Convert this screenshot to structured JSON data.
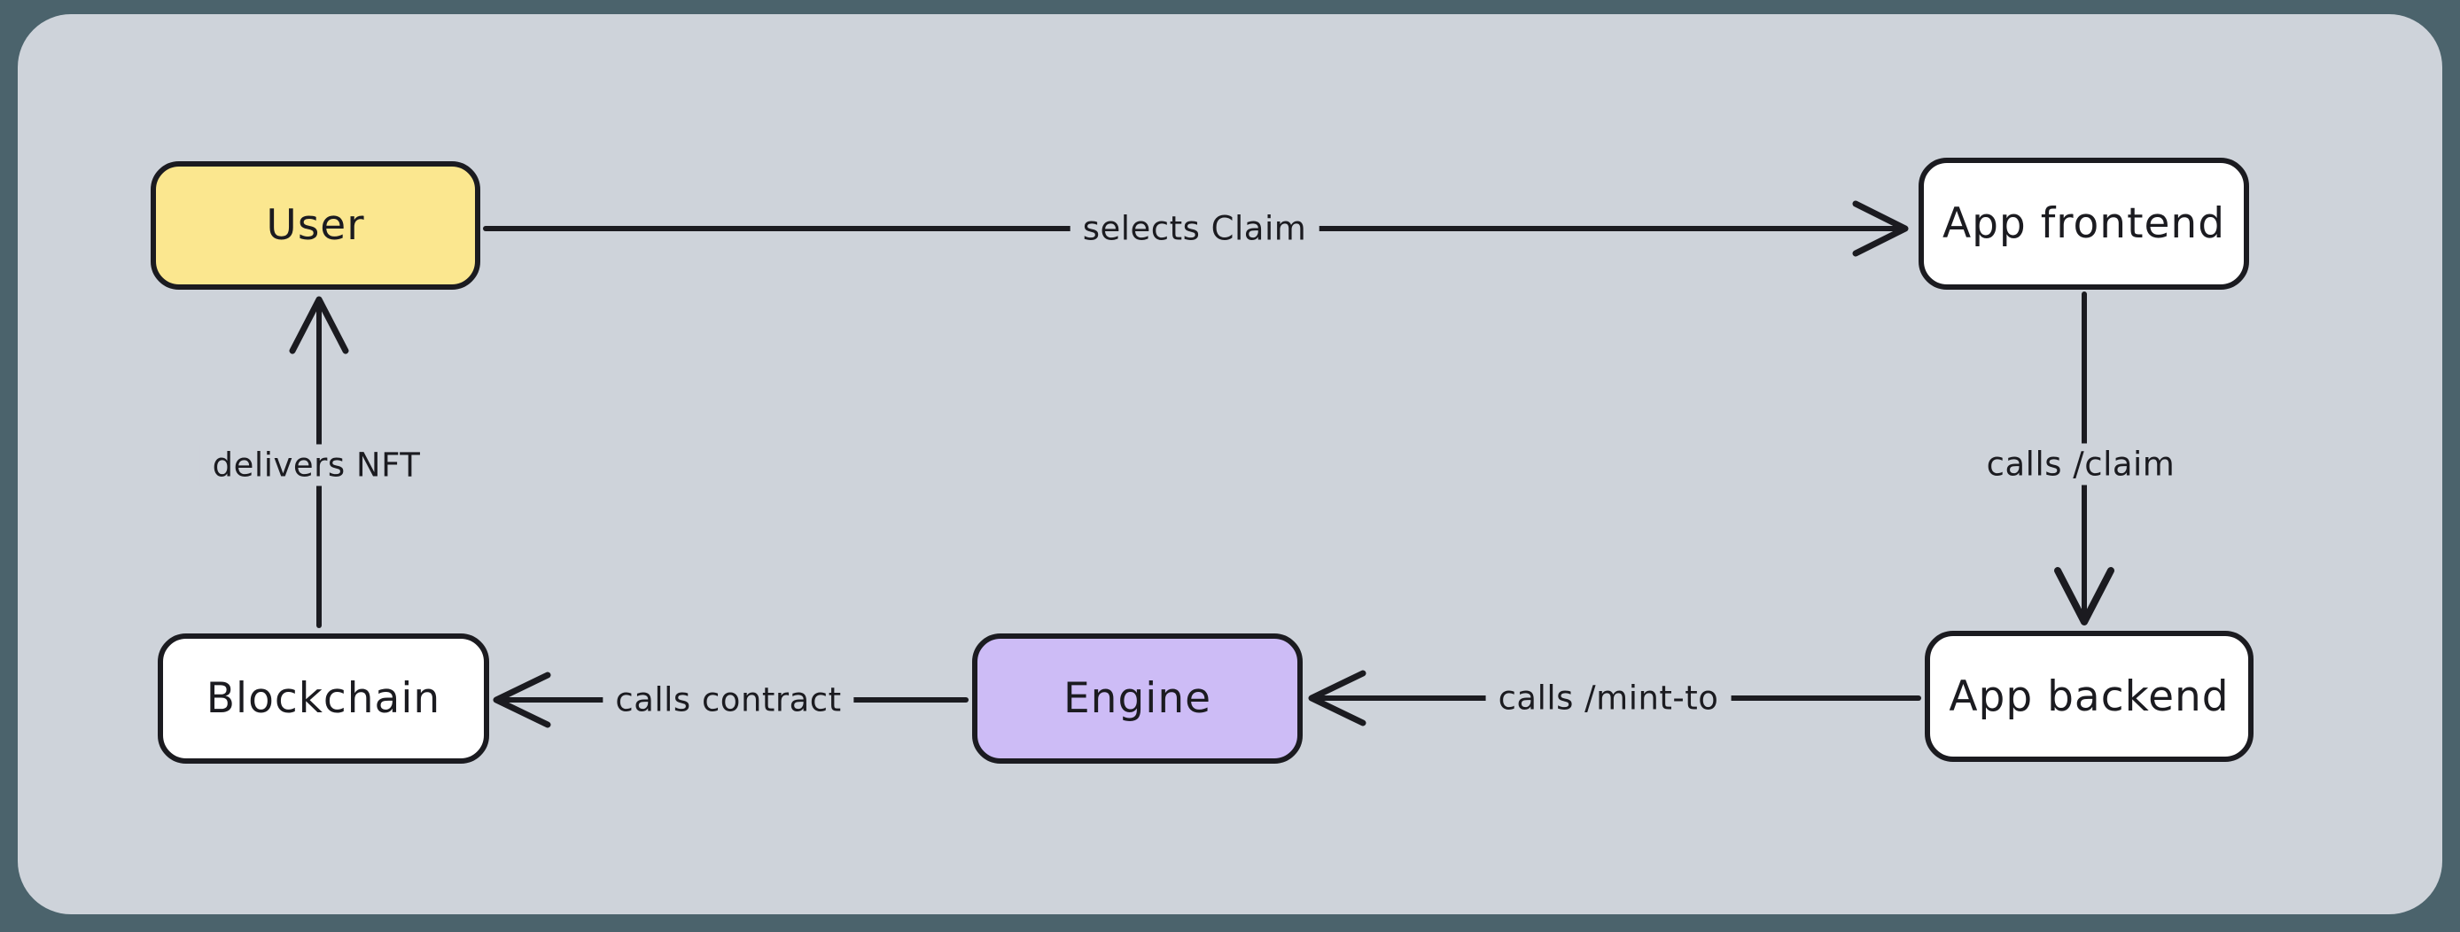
{
  "canvas": {
    "frame_color": "#4b636c",
    "background_color": "#ced3da",
    "ink_color": "#1b1b20"
  },
  "nodes": [
    {
      "id": "user",
      "label": "User",
      "fill": "#fbe78f"
    },
    {
      "id": "app-frontend",
      "label": "App frontend",
      "fill": "#ffffff"
    },
    {
      "id": "app-backend",
      "label": "App backend",
      "fill": "#ffffff"
    },
    {
      "id": "engine",
      "label": "Engine",
      "fill": "#cdbcf6"
    },
    {
      "id": "blockchain",
      "label": "Blockchain",
      "fill": "#ffffff"
    }
  ],
  "edges": [
    {
      "id": "user-to-frontend",
      "from": "User",
      "to": "App frontend",
      "label": "selects Claim"
    },
    {
      "id": "frontend-to-backend",
      "from": "App frontend",
      "to": "App backend",
      "label": "calls /claim"
    },
    {
      "id": "backend-to-engine",
      "from": "App backend",
      "to": "Engine",
      "label": "calls /mint-to"
    },
    {
      "id": "engine-to-blockchain",
      "from": "Engine",
      "to": "Blockchain",
      "label": "calls contract"
    },
    {
      "id": "blockchain-to-user",
      "from": "Blockchain",
      "to": "User",
      "label": "delivers NFT"
    }
  ]
}
